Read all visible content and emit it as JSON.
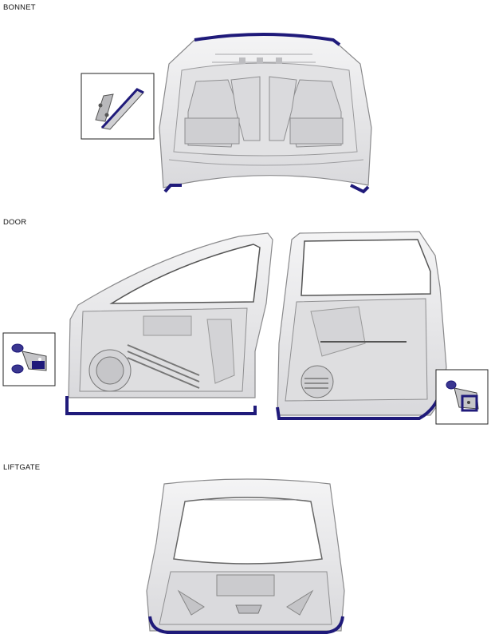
{
  "sections": {
    "bonnet": {
      "label": "BONNET"
    },
    "door": {
      "label": "DOOR"
    },
    "liftgate": {
      "label": "LIFTGATE"
    }
  },
  "colors": {
    "panel_fill": "#e9e9ea",
    "panel_stroke": "#8a8a8c",
    "panel_shade": "#cfcfd2",
    "highlight": "#1f1a7a",
    "inset_border": "#222222"
  },
  "icons": [
    "hinge-icon",
    "door-check-bracket-icon"
  ]
}
